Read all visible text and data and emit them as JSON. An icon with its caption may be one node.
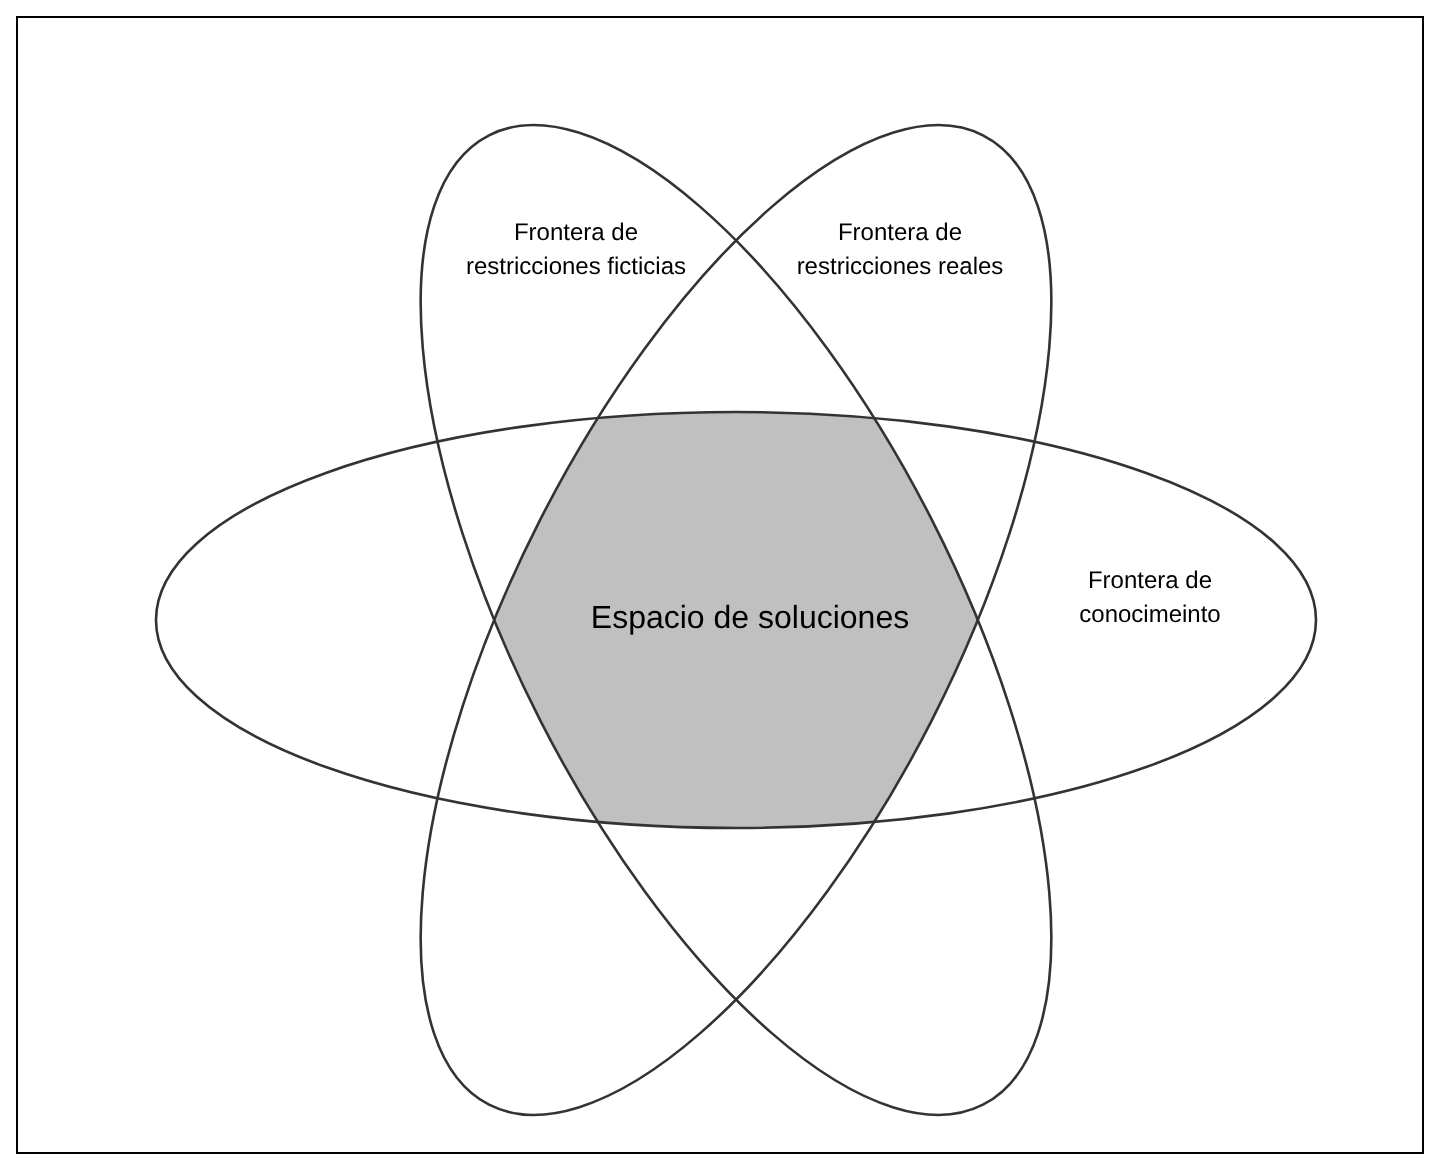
{
  "diagram": {
    "nodes": [
      {
        "text": [
          "Frontera de restricciones ficticias"
        ]
      },
      {
        "text": [
          "Frontera de restricciones reales"
        ]
      },
      {
        "text": [
          "Frontera de conocimeinto"
        ]
      },
      {
        "text": [
          "Espacio de soluciones"
        ]
      }
    ]
  }
}
